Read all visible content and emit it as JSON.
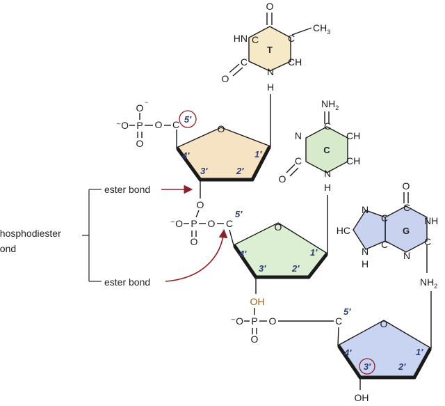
{
  "colors": {
    "thymine_fill": "#f6e9c7",
    "cytosine_fill": "#d7ebcc",
    "guanine_fill": "#c9d3f0",
    "sugar1_fill": "#f6e3c4",
    "sugar2_fill": "#dcefd2",
    "sugar3_fill": "#c8d4f1",
    "arrow": "#8b1f2a",
    "oh_highlight": "#a35a2b",
    "circle_mark": "#8b1f2a",
    "number_color": "#2f3d73"
  },
  "labels": {
    "ester_bond_top": "ester bond",
    "ester_bond_bottom": "ester bond",
    "phosphodiester_line1": "phosphodiester",
    "phosphodiester_line2": "bond"
  },
  "bases": {
    "thymine": "T",
    "cytosine": "C",
    "guanine": "G"
  },
  "atoms": {
    "O": "O",
    "N": "N",
    "H": "H",
    "C": "C",
    "P": "P",
    "HN": "HN",
    "NH": "NH",
    "CH": "CH",
    "HC": "HC",
    "OH": "OH",
    "CH3": "CH",
    "sub3": "3",
    "NH2": "NH",
    "sub2": "2",
    "minus": "−",
    "Ominus": "⁻O"
  },
  "carbons": {
    "c1": "1′",
    "c2": "2′",
    "c3": "3′",
    "c4": "4′",
    "c5": "5′"
  }
}
